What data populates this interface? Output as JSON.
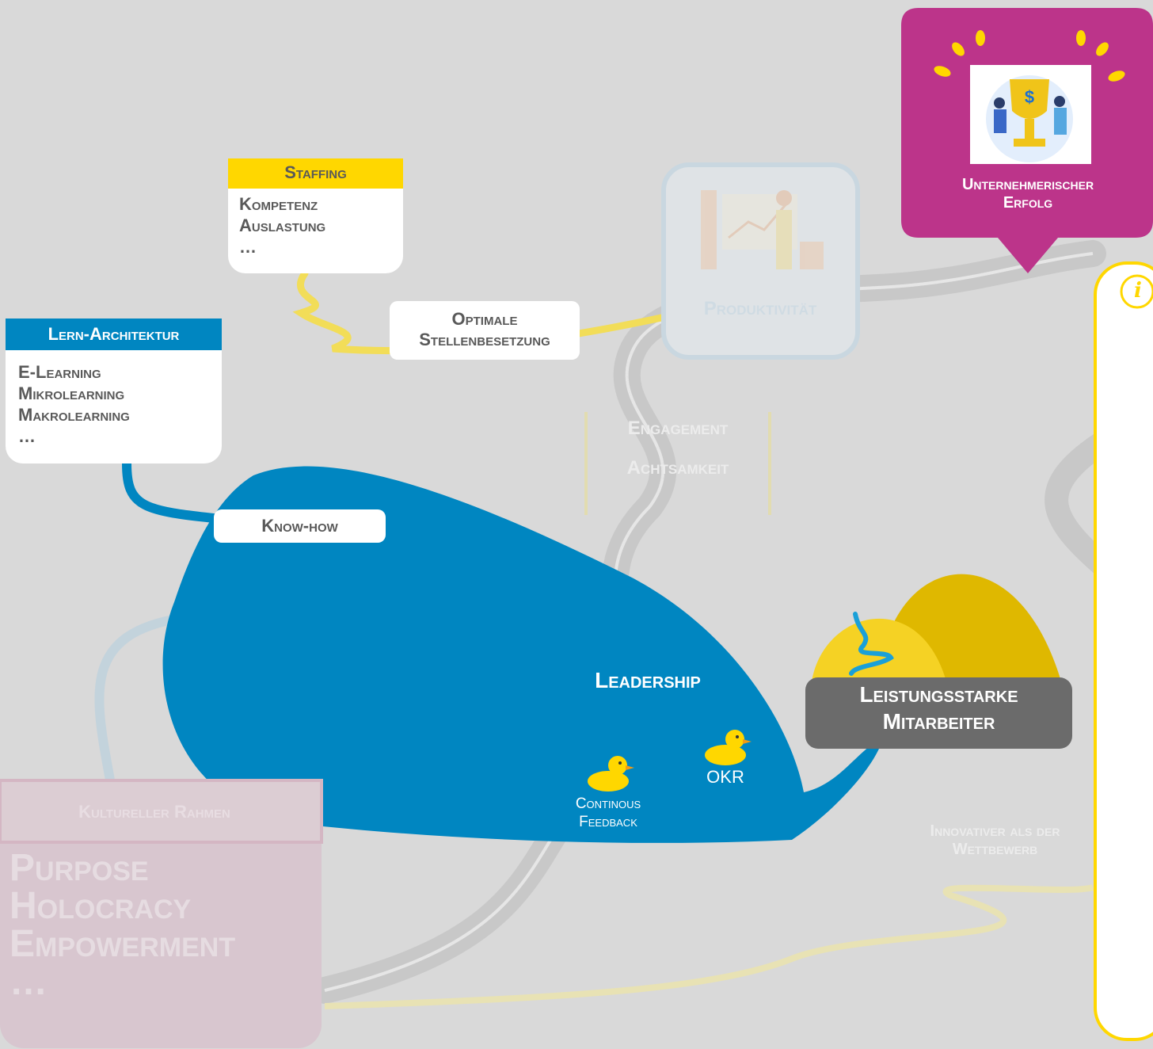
{
  "staffing": {
    "title": "Staffing",
    "items": [
      "Kompetenz",
      "Auslastung",
      "…"
    ]
  },
  "lern_architektur": {
    "title": "Lern-Architektur",
    "items": [
      "E-Learning",
      "Mikrolearning",
      "Makrolearning",
      "…"
    ]
  },
  "optimale_stellenbesetzung": [
    "Optimale",
    "Stellenbesetzung"
  ],
  "know_how": "Know-how",
  "produktivitaet": "Produktivität",
  "engagement": "Engagement",
  "achtsamkeit": "Achtsamkeit",
  "unternehmerischer_erfolg": [
    "Unternehmerischer",
    "Erfolg"
  ],
  "leadership": "Leadership",
  "okr": "OKR",
  "continous_feedback": [
    "Continous",
    "Feedback"
  ],
  "leistungsstarke_mitarbeiter": [
    "Leistungsstarke",
    "Mitarbeiter"
  ],
  "innovativer": [
    "Innovativer als der",
    "Wettbewerb"
  ],
  "kultureller_rahmen": {
    "title": "Kultureller Rahmen",
    "items": [
      "Purpose",
      "Holocracy",
      "Empowerment",
      "…"
    ]
  },
  "info_icon": "i",
  "trophy_symbol": "$",
  "colors": {
    "background": "#d9d9d9",
    "blue": "#0086c1",
    "yellow": "#ffd700",
    "magenta": "#bc348a",
    "gray": "#6b6b6b"
  }
}
